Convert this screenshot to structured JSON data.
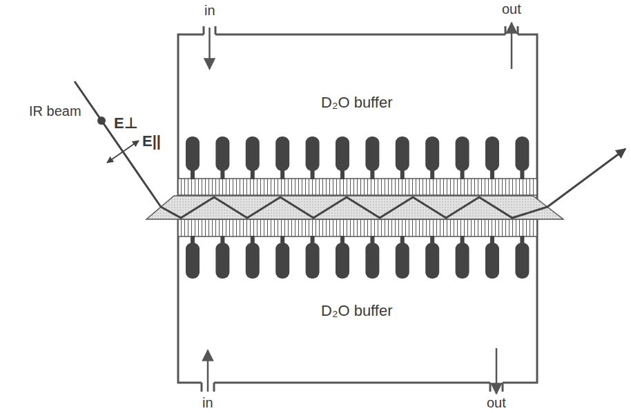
{
  "diagram": {
    "labels": [
      "in",
      "out",
      "IR beam",
      "E⊥",
      "E||",
      "D₂O buffer",
      "D₂O buffer",
      "in",
      "out"
    ]
  }
}
